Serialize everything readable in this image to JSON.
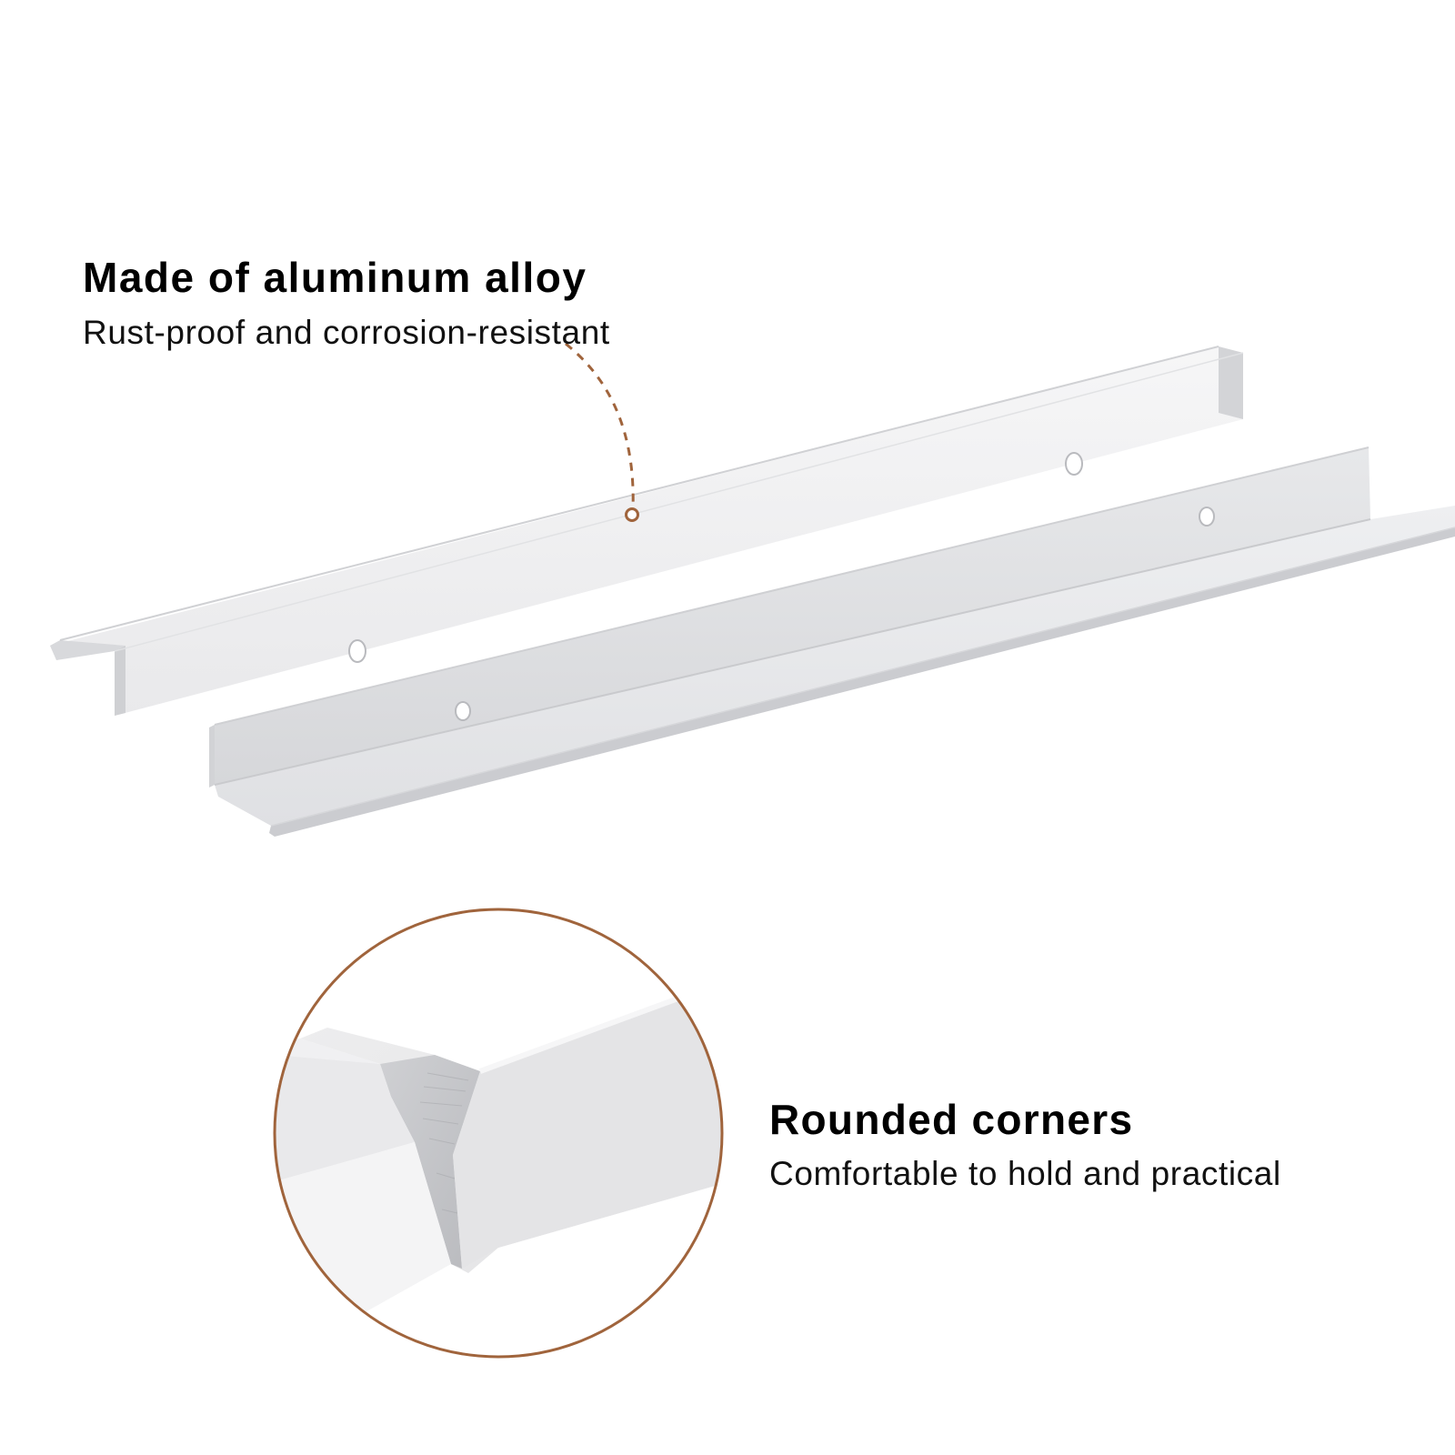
{
  "callout_top": {
    "title": "Made of aluminum alloy",
    "subtitle": "Rust-proof and corrosion-resistant"
  },
  "callout_bottom": {
    "title": "Rounded corners",
    "subtitle": "Comfortable to hold and practical"
  },
  "colors": {
    "accent": "#a0643c",
    "metal_light": "#f1f1f3",
    "metal_mid": "#dcdde0",
    "metal_dark": "#bfc0c4",
    "background": "#ffffff"
  }
}
